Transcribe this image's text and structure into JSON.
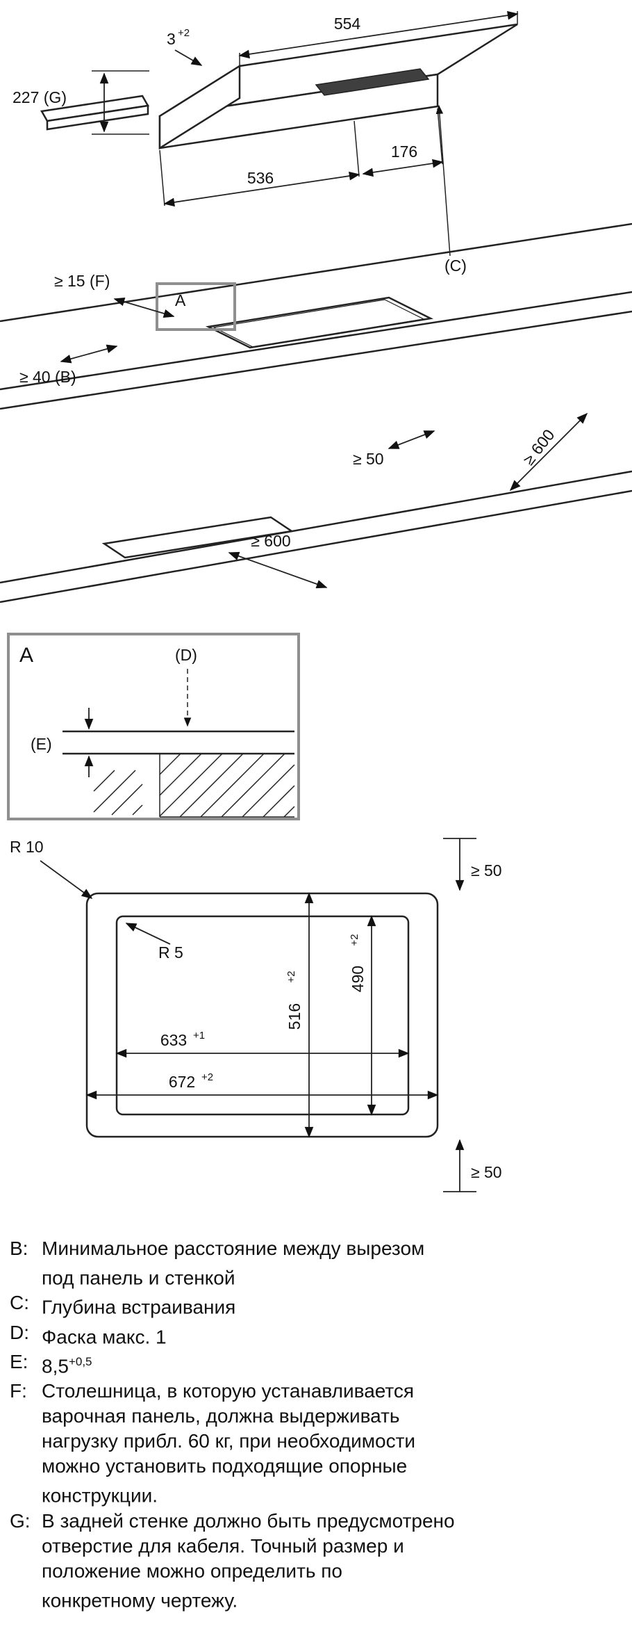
{
  "figure": {
    "appliance_view": {
      "dim_top_width": "554",
      "dim_edge": {
        "value": "3",
        "sup": "+2"
      },
      "dim_height_g": "227 (G)",
      "dim_front_main": "536",
      "dim_front_side": "176",
      "label_c": "(C)",
      "min_front_f": "≥ 15 (F)",
      "detail_ref": "A",
      "min_back_b": "≥ 40 (B)",
      "min_side": "≥ 50",
      "min_right": "≥ 600",
      "min_front_clearance": "≥ 600"
    },
    "detail_a": {
      "title": "A",
      "label_d": "(D)",
      "label_e": "(E)"
    },
    "cutout_view": {
      "radius_outer": "R 10",
      "radius_inner": "R 5",
      "min_top": "≥ 50",
      "min_bottom": "≥ 50",
      "height_outer": {
        "value": "516",
        "sup": "+2"
      },
      "height_inner": {
        "value": "490",
        "sup": "+2"
      },
      "width_inner": {
        "value": "633",
        "sup": "+1"
      },
      "width_outer": {
        "value": "672",
        "sup": "+2"
      }
    }
  },
  "legend": {
    "items": [
      {
        "key": "B:",
        "text": "Минимальное расстояние между вырезом под панель и стенкой",
        "sup": ""
      },
      {
        "key": "C:",
        "text": "Глубина встраивания",
        "sup": ""
      },
      {
        "key": "D:",
        "text": "Фаска макс. 1",
        "sup": ""
      },
      {
        "key": "E:",
        "text": "8,5",
        "sup": "+0,5"
      },
      {
        "key": "F:",
        "text": "Столешница, в которую устанавливается варочная панель, должна выдерживать нагрузку прибл. 60 кг, при необходимости можно установить подходящие опорные конструкции.",
        "sup": ""
      },
      {
        "key": "G:",
        "text": "В задней стенке должно быть предусмотрено отверстие для кабеля. Точный размер и положение можно определить по конкретному чертежу.",
        "sup": ""
      }
    ]
  }
}
